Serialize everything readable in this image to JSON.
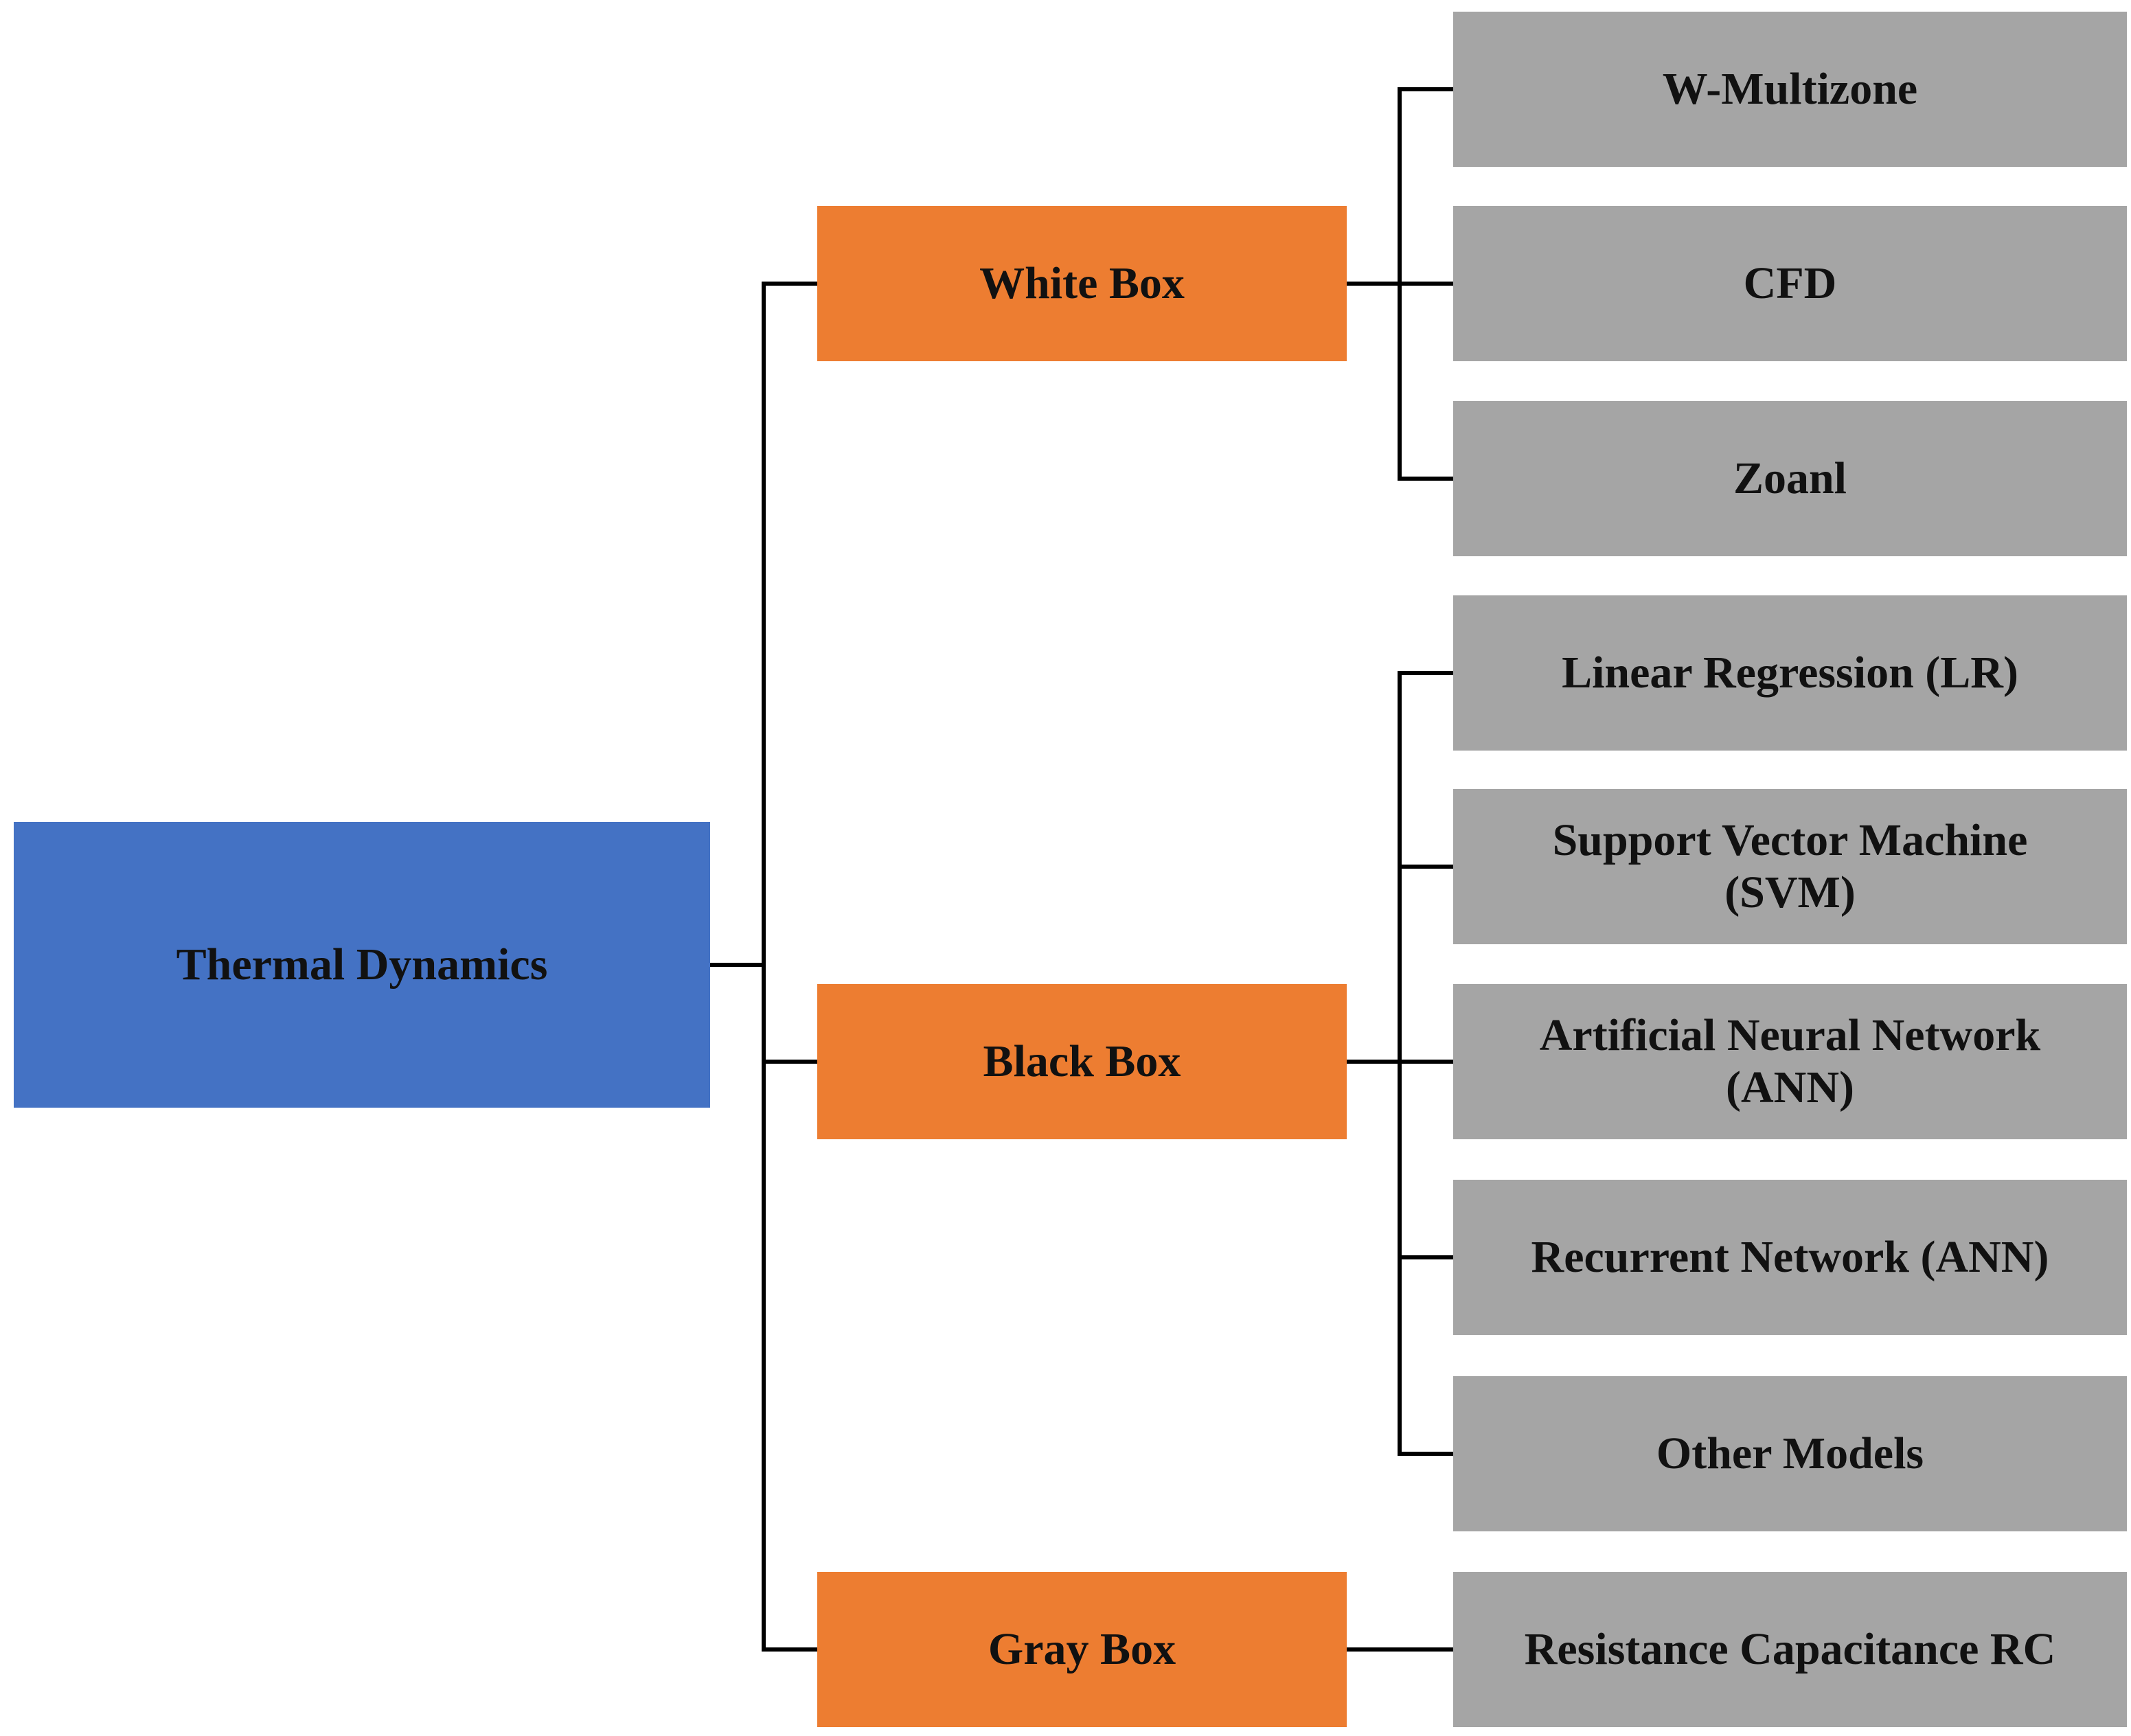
{
  "diagram": {
    "root": {
      "label": "Thermal Dynamics",
      "color": "#4472c4"
    },
    "categories": [
      {
        "label": "White Box",
        "color": "#ed7d31",
        "children": [
          "W-Multizone",
          "CFD",
          "Zoanl"
        ]
      },
      {
        "label": "Black Box",
        "color": "#ed7d31",
        "children": [
          "Linear Regression (LR)",
          "Support Vector Machine\n(SVM)",
          "Artificial Neural Network\n(ANN)",
          "Recurrent Network (ANN)",
          "Other Models"
        ]
      },
      {
        "label": "Gray Box",
        "color": "#ed7d31",
        "children": [
          "Resistance Capacitance RC"
        ]
      }
    ],
    "leaf_color": "#a5a5a5",
    "line_color": "#000000"
  }
}
